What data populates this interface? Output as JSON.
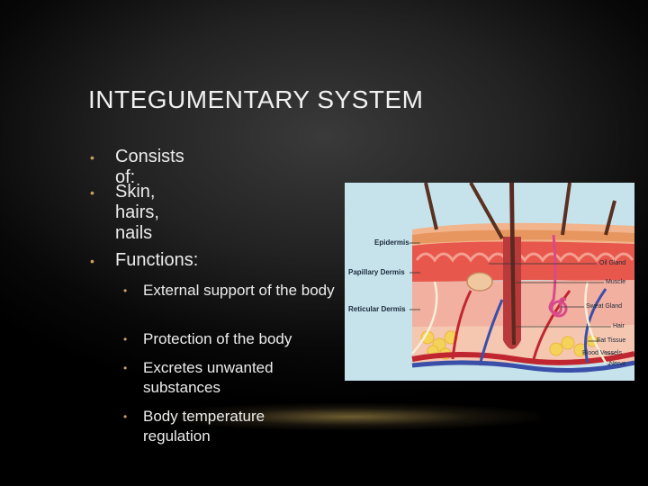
{
  "slide": {
    "title": "INTEGUMENTARY SYSTEM",
    "bullets_level1": [
      "Consists of:",
      "Skin, hairs, nails",
      "Functions:"
    ],
    "bullets_level2": [
      "External support of the body",
      "Protection of the body",
      "Excretes unwanted substances",
      "Body temperature regulation"
    ]
  },
  "figure": {
    "left_labels": [
      "Epidermis",
      "Papillary Dermis",
      "Reticular Dermis"
    ],
    "right_labels": [
      "Oil Gland",
      "Muscle",
      "Sweat Gland",
      "Hair",
      "Fat Tissue",
      "Blood Vessels",
      "Nerve"
    ]
  },
  "colors": {
    "bullet": "#c8a060",
    "title": "#f0f0f0",
    "figure_bg": "#c6e3ec"
  }
}
